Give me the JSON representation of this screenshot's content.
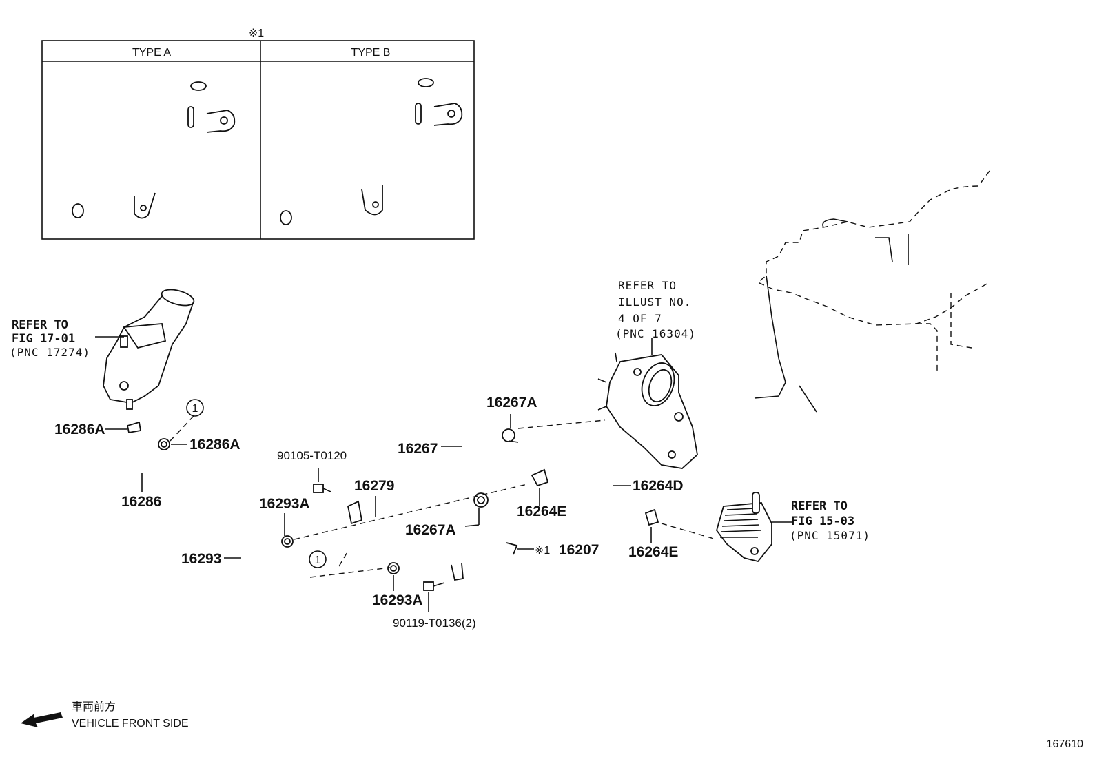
{
  "note_mark": "※1",
  "inset": {
    "type_a": "TYPE A",
    "type_b": "TYPE B"
  },
  "refs": {
    "left": [
      "REFER TO",
      "FIG 17-01",
      "(PNC 17274)"
    ],
    "top": [
      "REFER TO",
      "ILLUST NO.",
      "4 OF 7",
      "(PNC 16304)"
    ],
    "right": [
      "REFER TO",
      "FIG 15-03",
      "(PNC 15071)"
    ]
  },
  "callouts": {
    "p16286A_1": "16286A",
    "p16286A_2": "16286A",
    "p16286": "16286",
    "p90105": "90105-T0120",
    "p16279": "16279",
    "p16293A_1": "16293A",
    "p16293": "16293",
    "p16293A_2": "16293A",
    "p90119": "90119-T0136(2)",
    "p16267A_1": "16267A",
    "p16267": "16267",
    "p16267A_2": "16267A",
    "p16264E_1": "16264E",
    "p16264D": "16264D",
    "p16264E_2": "16264E",
    "p16207": "16207",
    "p16207_mark": "※1",
    "circle_1a": "1",
    "circle_1b": "1"
  },
  "front": {
    "jp": "車両前方",
    "en": "VEHICLE FRONT SIDE"
  },
  "figure_number": "167610"
}
